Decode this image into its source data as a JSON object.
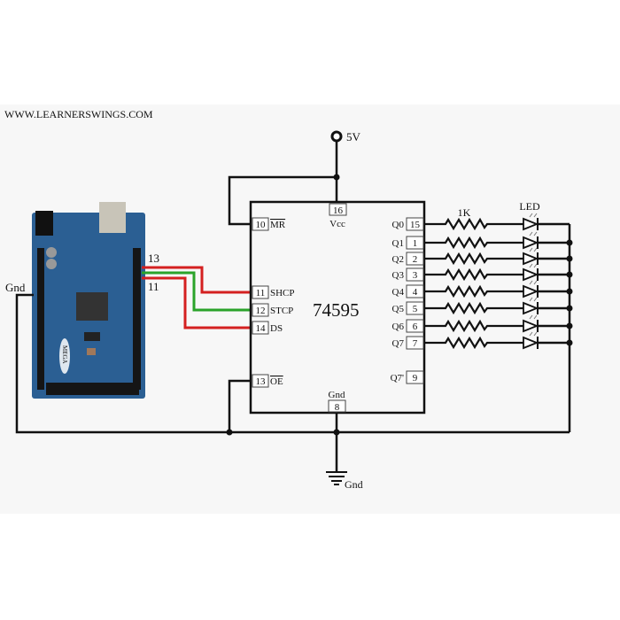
{
  "watermark": "WWW.LEARNERSWINGS.COM",
  "power": {
    "label": "5V"
  },
  "ground": {
    "label": "Gnd"
  },
  "arduino": {
    "gnd_label": "Gnd",
    "pin_top": "13",
    "pin_bottom": "11",
    "logo_text": "MEGA",
    "board_color": "#2b5f93"
  },
  "chip": {
    "name": "74595",
    "vcc": {
      "pin": "16",
      "label": "Vcc"
    },
    "gnd": {
      "pin": "8",
      "label": "Gnd"
    },
    "left_pins": [
      {
        "pin": "10",
        "label": "MR",
        "overline": true
      },
      {
        "pin": "11",
        "label": "SHCP",
        "overline": false
      },
      {
        "pin": "12",
        "label": "STCP",
        "overline": false
      },
      {
        "pin": "14",
        "label": "DS",
        "overline": false
      },
      {
        "pin": "13",
        "label": "OE",
        "overline": true
      }
    ],
    "right_pins": [
      {
        "pin": "15",
        "label": "Q0"
      },
      {
        "pin": "1",
        "label": "Q1"
      },
      {
        "pin": "2",
        "label": "Q2"
      },
      {
        "pin": "3",
        "label": "Q3"
      },
      {
        "pin": "4",
        "label": "Q4"
      },
      {
        "pin": "5",
        "label": "Q5"
      },
      {
        "pin": "6",
        "label": "Q6"
      },
      {
        "pin": "7",
        "label": "Q7"
      },
      {
        "pin": "9",
        "label": "Q7'"
      }
    ]
  },
  "resistor_label": "1K",
  "led_label": "LED",
  "wire_colors": {
    "shcp": "#d42020",
    "stcp": "#2aa32a",
    "ds": "#d42020"
  }
}
